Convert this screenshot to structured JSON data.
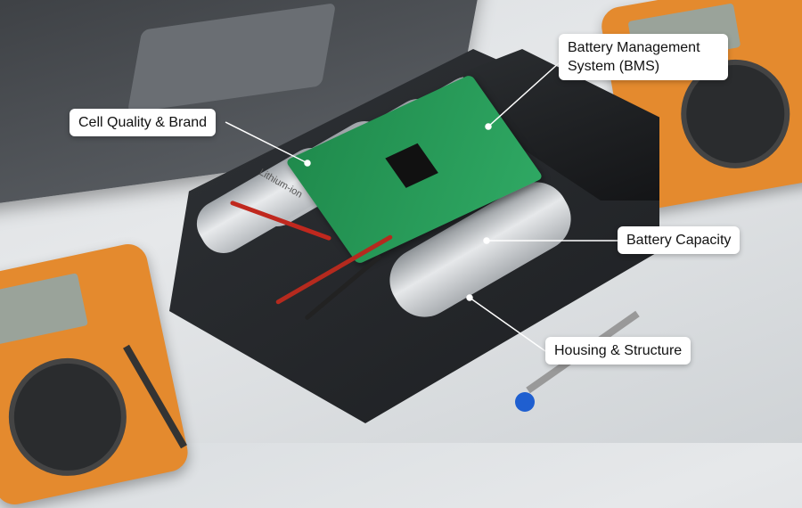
{
  "labels": {
    "bms": "Battery Management System (BMS)",
    "cell_quality": "Cell Quality & Brand",
    "capacity": "Battery Capacity",
    "housing": "Housing & Structure"
  },
  "cell_print": "Lithium-ion",
  "colors": {
    "pcb": "#2fa863",
    "multimeter": "#e48a2e",
    "label_bg": "#ffffff"
  }
}
